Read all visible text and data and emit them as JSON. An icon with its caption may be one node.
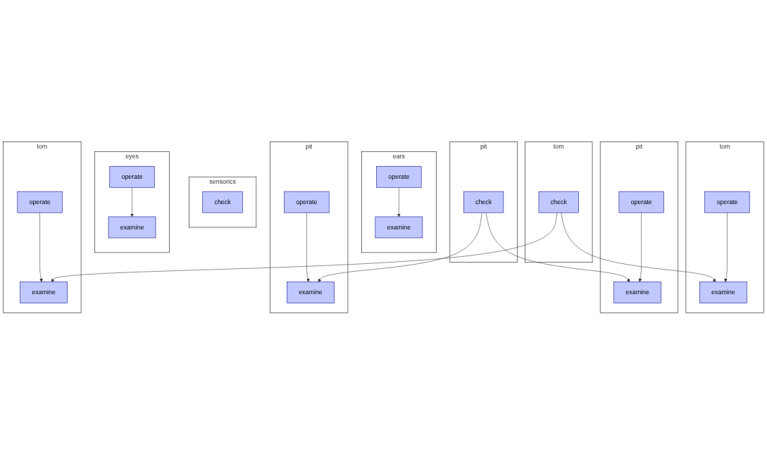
{
  "diagram": {
    "nodes": [
      {
        "text": [
          "ears"
        ]
      },
      {
        "text": [
          "operate"
        ],
        "in": 0
      },
      {
        "text": [
          "examine"
        ],
        "in": 0
      },
      {
        "text": [
          "tom"
        ]
      },
      {
        "text": [
          "operate"
        ],
        "in": 3
      },
      {
        "text": [
          "examine"
        ],
        "in": 3
      },
      {
        "text": [
          "pit"
        ]
      },
      {
        "text": [
          "operate"
        ],
        "in": 6
      },
      {
        "text": [
          "examine"
        ],
        "in": 6
      },
      {
        "text": [
          "pit"
        ]
      },
      {
        "text": [
          "check"
        ],
        "in": 9
      },
      {
        "text": [
          "tom"
        ]
      },
      {
        "text": [
          "check"
        ],
        "in": 11
      },
      {
        "text": [
          "sensorics"
        ]
      },
      {
        "text": [
          "check"
        ],
        "in": 13
      },
      {
        "text": [
          "eyes"
        ]
      },
      {
        "text": [
          "operate"
        ],
        "in": 15
      },
      {
        "text": [
          "examine"
        ],
        "in": 15
      },
      {
        "text": [
          "pit"
        ]
      },
      {
        "text": [
          "operate"
        ],
        "in": 18
      },
      {
        "text": [
          "examine"
        ],
        "in": 18
      },
      {
        "text": [
          "tom"
        ]
      },
      {
        "text": [
          "operate"
        ],
        "in": 21
      },
      {
        "text": [
          "examine"
        ],
        "in": 21
      }
    ],
    "edges": [
      {
        "from": 1,
        "to": 2,
        "arrow": "to"
      },
      {
        "from": 4,
        "to": 5,
        "arrow": "to"
      },
      {
        "from": 7,
        "to": 8,
        "arrow": "to"
      },
      {
        "from": 12,
        "to": 5,
        "arrow": "to"
      },
      {
        "from": 10,
        "to": 8,
        "arrow": "to"
      },
      {
        "from": 10,
        "to": 20,
        "arrow": "to"
      },
      {
        "from": 12,
        "to": 23,
        "arrow": "to"
      },
      {
        "from": 16,
        "to": 17,
        "arrow": "to"
      },
      {
        "from": 19,
        "to": 20,
        "arrow": "to"
      },
      {
        "from": 22,
        "to": 23,
        "arrow": "to"
      }
    ]
  }
}
